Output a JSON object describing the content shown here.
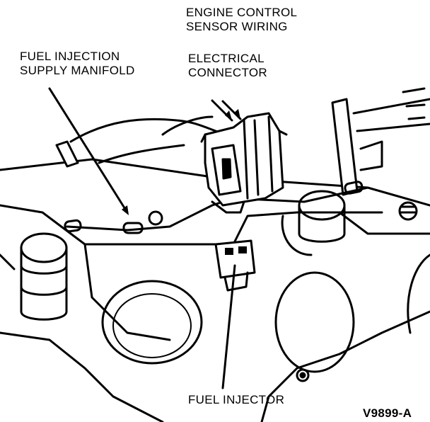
{
  "labels": {
    "engine_control_line1": "ENGINE CONTROL",
    "engine_control_line2": "SENSOR WIRING",
    "electrical_line1": "ELECTRICAL",
    "electrical_line2": "CONNECTOR",
    "manifold_line1": "FUEL INJECTION",
    "manifold_line2": "SUPPLY MANIFOLD",
    "fuel_injector": "FUEL INJECTOR"
  },
  "figure_code": "V9899-A",
  "colors": {
    "ink": "#000000",
    "paper": "#ffffff"
  }
}
